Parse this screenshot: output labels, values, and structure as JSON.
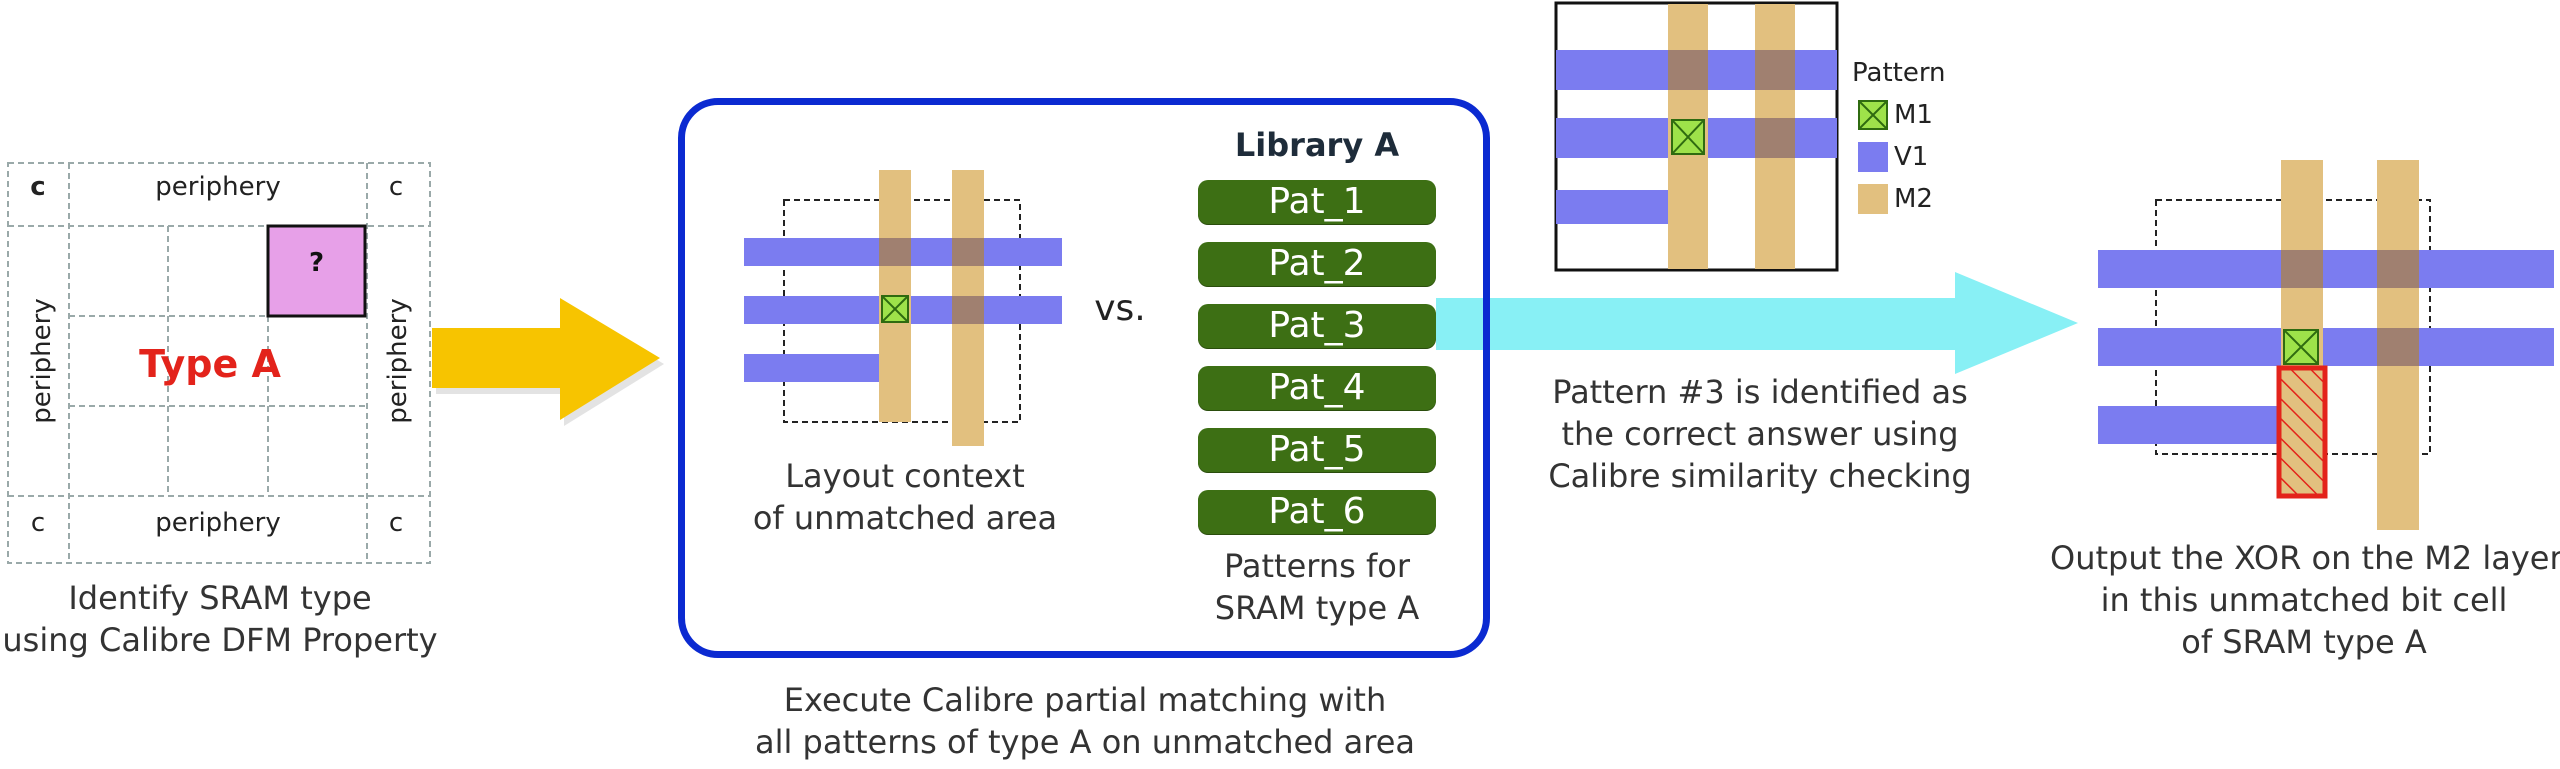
{
  "colors": {
    "v1": "#7b7cf0",
    "m2": "#e2c07f",
    "m1": "#9ee24a",
    "overlap": "#a08070",
    "pattern_green": "#3d6f14",
    "frame_blue": "#0b2ad1",
    "unknown_cell": "#e7a0e8",
    "arrow_yellow": "#f7c400",
    "arrow_cyan": "#88f0f5",
    "xor_red": "#e3231b",
    "type_a_red": "#e3231b"
  },
  "sram_grid": {
    "corner_c": "c",
    "periphery": "periphery",
    "unknown": "?",
    "type_label": "Type A"
  },
  "step1": {
    "caption_line1": "Identify SRAM type",
    "caption_line2": "using Calibre DFM Property"
  },
  "step2": {
    "context_line1": "Layout context",
    "context_line2": "of unmatched area",
    "vs": "vs.",
    "library_title": "Library A",
    "patterns": [
      "Pat_1",
      "Pat_2",
      "Pat_3",
      "Pat_4",
      "Pat_5",
      "Pat_6"
    ],
    "patterns_line1": "Patterns for",
    "patterns_line2": "SRAM type A",
    "caption_line1": "Execute Calibre partial matching with",
    "caption_line2": "all patterns of type A on unmatched area"
  },
  "legend": {
    "title": "Pattern",
    "items": [
      {
        "label": "M1",
        "icon": "m1-swatch-icon"
      },
      {
        "label": "V1",
        "icon": "v1-swatch-icon"
      },
      {
        "label": "M2",
        "icon": "m2-swatch-icon"
      }
    ]
  },
  "step3": {
    "line1": "Pattern #3 is identified as",
    "line2": "the correct answer using",
    "line3": "Calibre similarity checking"
  },
  "step4": {
    "line1": "Output the XOR on the M2 layer",
    "line2": "in this unmatched bit cell",
    "line3": "of SRAM type A"
  }
}
